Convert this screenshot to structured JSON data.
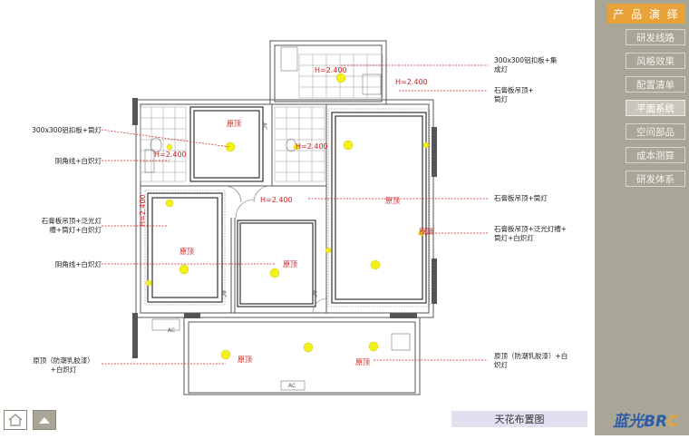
{
  "sidebar": {
    "title": "产 品 演 绎",
    "items": [
      {
        "label": "研发线路",
        "active": false
      },
      {
        "label": "风格效果",
        "active": false
      },
      {
        "label": "配置清单",
        "active": false
      },
      {
        "label": "平面系统",
        "active": true
      },
      {
        "label": "空间部品",
        "active": false
      },
      {
        "label": "成本测算",
        "active": false
      },
      {
        "label": "研发体系",
        "active": false
      }
    ]
  },
  "caption": "天花布置图",
  "logo": {
    "main": "蓝光",
    "brand": "BR",
    "accent": "C"
  },
  "nav": {
    "home_icon": "home-icon",
    "up_icon": "up-arrow-icon"
  },
  "colors": {
    "accent": "#e8a23a",
    "sidebar": "#a9a698",
    "annotation": "#d32020",
    "lamp": "#f2f21a"
  },
  "plan": {
    "heights": [
      "H=2.400",
      "H=2.400",
      "H=2.400",
      "H=2.400",
      "H=2.400",
      "H=2.400"
    ],
    "originals": [
      "原顶",
      "原顶",
      "原顶",
      "原顶",
      "原顶",
      "原顶",
      "原顶"
    ],
    "wall_tags": [
      "AC",
      "AC",
      "AC",
      "AC",
      "AC"
    ]
  },
  "labels_left": [
    "300x300铝扣板+筒灯",
    "阴角线+白炽灯",
    "石膏板吊顶+泛光灯\n槽+筒灯+白炽灯",
    "阴角线+白炽灯",
    "原顶（防潮乳胶漆）\n+白炽灯"
  ],
  "labels_right": [
    "300x300铝扣板+集\n成灯",
    "石膏板吊顶+\n筒灯",
    "石膏板吊顶+筒灯",
    "石膏板吊顶+泛光灯槽+\n筒灯+白炽灯",
    "原顶（防潮乳胶漆）+白\n炽灯"
  ]
}
